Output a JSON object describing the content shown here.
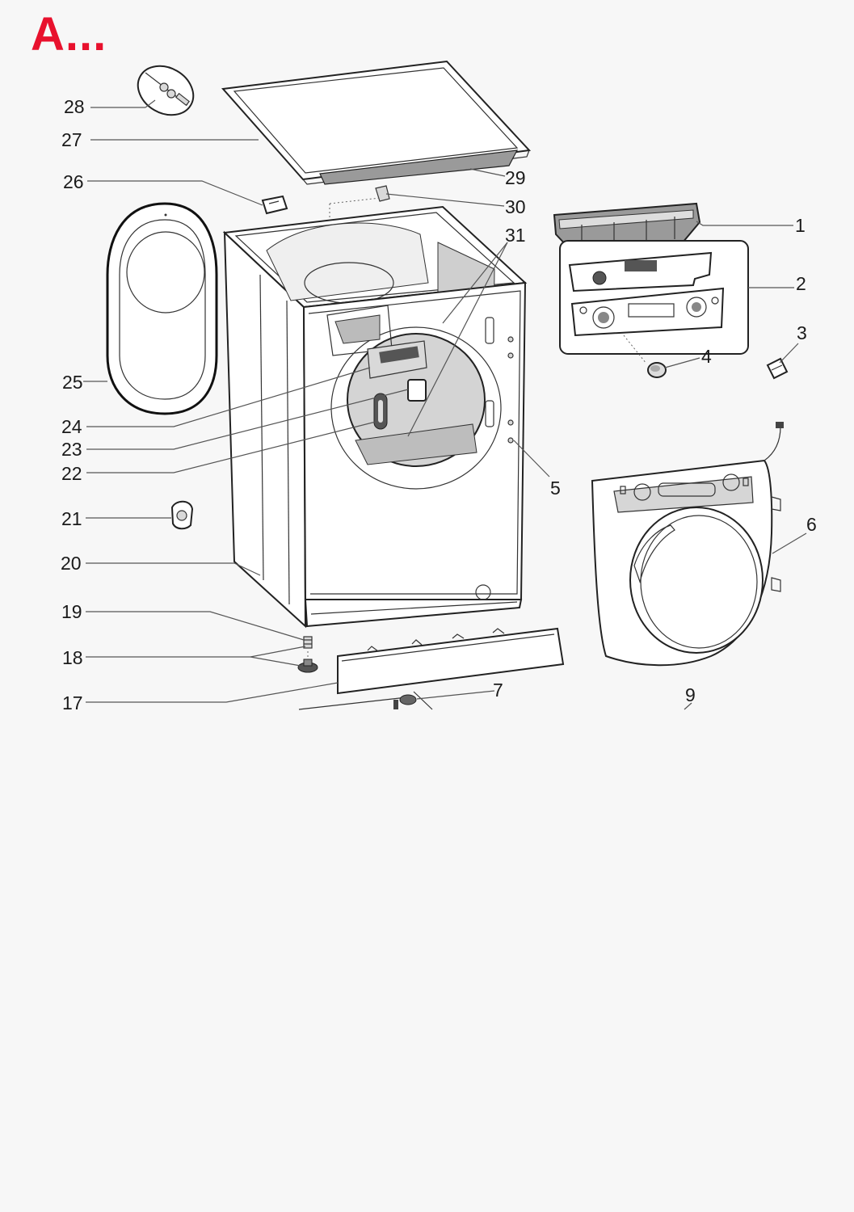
{
  "section_title": "A...",
  "callouts": [
    {
      "id": "28",
      "text": "28"
    },
    {
      "id": "27",
      "text": "27"
    },
    {
      "id": "26",
      "text": "26"
    },
    {
      "id": "25",
      "text": "25"
    },
    {
      "id": "24",
      "text": "24"
    },
    {
      "id": "23",
      "text": "23"
    },
    {
      "id": "22",
      "text": "22"
    },
    {
      "id": "21",
      "text": "21"
    },
    {
      "id": "20",
      "text": "20"
    },
    {
      "id": "19",
      "text": "19"
    },
    {
      "id": "18",
      "text": "18"
    },
    {
      "id": "17",
      "text": "17"
    },
    {
      "id": "29",
      "text": "29"
    },
    {
      "id": "30",
      "text": "30"
    },
    {
      "id": "31",
      "text": "31"
    },
    {
      "id": "1",
      "text": "1"
    },
    {
      "id": "2",
      "text": "2"
    },
    {
      "id": "3",
      "text": "3"
    },
    {
      "id": "4",
      "text": "4"
    },
    {
      "id": "5",
      "text": "5"
    },
    {
      "id": "6",
      "text": "6"
    },
    {
      "id": "7",
      "text": "7"
    },
    {
      "id": "9",
      "text": "9"
    }
  ],
  "colors": {
    "title": "#e8112d",
    "background": "#f7f7f7",
    "line": "#222222"
  }
}
